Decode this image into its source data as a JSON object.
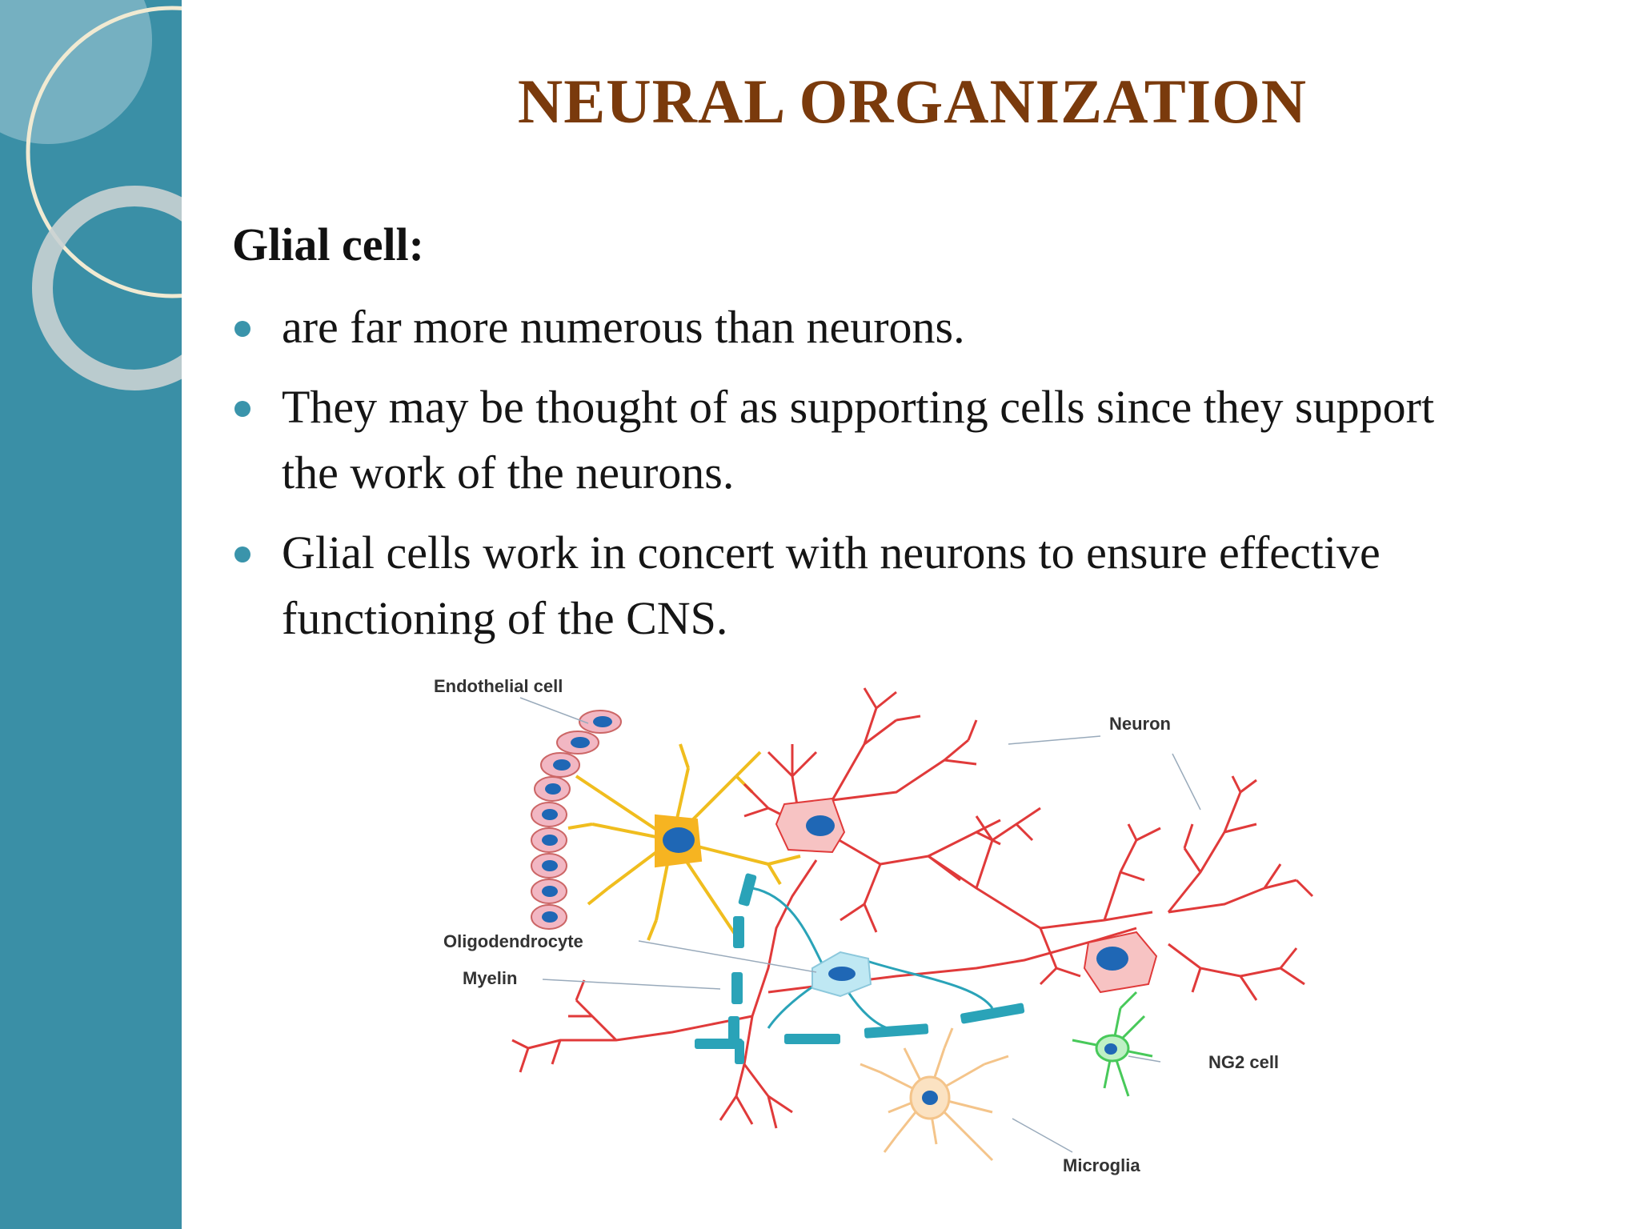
{
  "slide": {
    "title": "NEURAL ORGANIZATION",
    "subtitle": "Glial cell:",
    "bullets": [
      "are far more numerous than neurons.",
      "They may be thought of as supporting cells since they support the work of the neurons.",
      "Glial cells work in concert with neurons to ensure effective functioning of the CNS."
    ],
    "colors": {
      "sidebar": "#3a8fa6",
      "title": "#7a3a0c",
      "bullet": "#3a94ab"
    }
  },
  "diagram": {
    "labels": {
      "endothelial": "Endothelial cell",
      "neuron": "Neuron",
      "oligodendrocyte": "Oligodendrocyte",
      "myelin": "Myelin",
      "ng2": "NG2 cell",
      "microglia": "Microglia"
    }
  }
}
